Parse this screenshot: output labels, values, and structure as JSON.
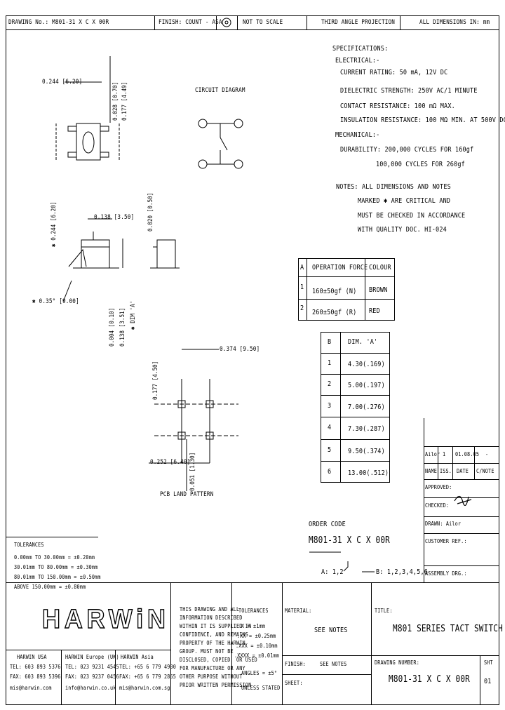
{
  "header": {
    "drawing_no": "DRAWING No.: M801-31 X C X 00R",
    "finish": "FINISH: COUNT - ASA",
    "not_to_scale": "NOT TO SCALE",
    "projection": "THIRD ANGLE PROJECTION",
    "units": "ALL DIMENSIONS IN: mm"
  },
  "dims": {
    "d_width": "0.244 [6.20]",
    "d_top1": "0.028 [0.70]",
    "d_top2": "0.177 [4.49]",
    "d_side_h": "✱ 0.244 [6.20]",
    "d_lead": "0.138 [3.50]",
    "d_lead2": "0.020 [0.50]",
    "d_angle": "✱ 0.35° [9.00]",
    "d_h1": "0.004 [0.10]",
    "d_h2": "0.138 [3.51]",
    "d_dim_a": "✱ DIM 'A'",
    "d_pad_w": "0.374 [9.50]",
    "d_pad_h": "0.177 [4.50]",
    "d_pad_s": "0.252 [6.40]",
    "d_pad_t": "0.051 [1.30]"
  },
  "labels": {
    "circuit": "CIRCUIT DIAGRAM",
    "pcb": "PCB LAND PATTERN"
  },
  "specs": {
    "lines": [
      "SPECIFICATIONS:",
      "ELECTRICAL:-",
      "CURRENT RATING: 50 mA, 12V DC",
      "DIELECTRIC STRENGTH: 250V AC/1 MINUTE",
      "CONTACT RESISTANCE: 100 mΩ MAX.",
      "INSULATION RESISTANCE: 100 MΩ MIN. AT 500V DC",
      "MECHANICAL:-",
      "DURABILITY: 200,000 CYCLES FOR 160gf",
      "100,000 CYCLES FOR 260gf"
    ],
    "notes": [
      "NOTES: ALL DIMENSIONS AND NOTES",
      "MARKED ✱ ARE CRITICAL AND",
      "MUST BE CHECKED IN ACCORDANCE",
      "WITH QUALITY DOC. HI-024"
    ]
  },
  "force_table": {
    "headers": [
      "A",
      "OPERATION FORCE",
      "COLOUR"
    ],
    "rows": [
      [
        "1",
        "160±50gf (N)",
        "BROWN"
      ],
      [
        "2",
        "260±50gf (R)",
        "RED"
      ]
    ]
  },
  "dim_table": {
    "headers": [
      "B",
      "DIM. 'A'"
    ],
    "rows": [
      [
        "1",
        "4.30(.169)"
      ],
      [
        "2",
        "5.00(.197)"
      ],
      [
        "3",
        "7.00(.276)"
      ],
      [
        "4",
        "7.30(.287)"
      ],
      [
        "5",
        "9.50(.374)"
      ],
      [
        "6",
        "13.00(.512)"
      ]
    ]
  },
  "revision": {
    "row": [
      "Ailor",
      "1",
      "01.08.05",
      "-"
    ],
    "headers": [
      "NAME",
      "ISS.",
      "DATE",
      "C/NOTE"
    ],
    "approved": "APPROVED:",
    "checked": "CHECKED:",
    "drawn": "DRAWN: Ailor",
    "customer_ref": "CUSTOMER REF.:",
    "assembly": "ASSEMBLY DRG.:"
  },
  "order": {
    "title": "ORDER CODE",
    "code": "M801-31 X C X 00R",
    "a": "A: 1,2",
    "b": "B: 1,2,3,4,5,6"
  },
  "tolerances_left": {
    "title": "TOLERANCES",
    "lines": [
      "0.00mm TO 30.00mm = ±0.20mm",
      "30.01mm TO 80.00mm = ±0.30mm",
      "80.01mm TO 150.00mm = ±0.50mm",
      "ABOVE 150.00mm = ±0.80mm"
    ]
  },
  "logo": "HARWiN",
  "offices": [
    [
      "HARWIN USA",
      "TEL: 603 893 5376",
      "FAX: 603 893 5396",
      "mis@harwin.com"
    ],
    [
      "HARWIN Europe (UK)",
      "TEL: 023 9231 4545",
      "FAX: 023 9237 0456",
      "info@harwin.co.uk"
    ],
    [
      "HARWIN Asia",
      "TEL: +65 6 779 4900",
      "FAX: +65 6 779 2865",
      "mis@harwin.com.sg"
    ]
  ],
  "legal": [
    "THIS DRAWING AND ALL",
    "INFORMATION DESCRIBED",
    "WITHIN IT IS SUPPLIED IN",
    "CONFIDENCE, AND REMAINS",
    "PROPERTY OF THE HARWIN",
    "GROUP. MUST NOT BE",
    "DISCLOSED, COPIED, OR USED",
    "FOR MANUFACTURE OR ANY",
    "OTHER PURPOSE WITHOUT",
    "PRIOR WRITTEN PERMISSION"
  ],
  "tolerances_block": {
    "title": "TOLERANCES",
    "lines": [
      "X = ±1mm",
      ".XX = ±0.25mm",
      ".XXX = ±0.10mm",
      ".XXXX = ±0.01mm"
    ],
    "angles": "ANGLES = ±5°",
    "unless": "UNLESS STATED"
  },
  "material": {
    "label": "MATERIAL:",
    "value": "SEE NOTES"
  },
  "finish_block": {
    "label": "FINISH:",
    "value": "SEE NOTES"
  },
  "sheet_label": "SHEET:",
  "title_block": {
    "label": "TITLE:",
    "value": "M801 SERIES TACT SWITCH"
  },
  "drawing_number": {
    "label": "DRAWING NUMBER:",
    "value": "M801-31 X C X 00R"
  },
  "sht": {
    "label": "SHT",
    "value": "01"
  }
}
